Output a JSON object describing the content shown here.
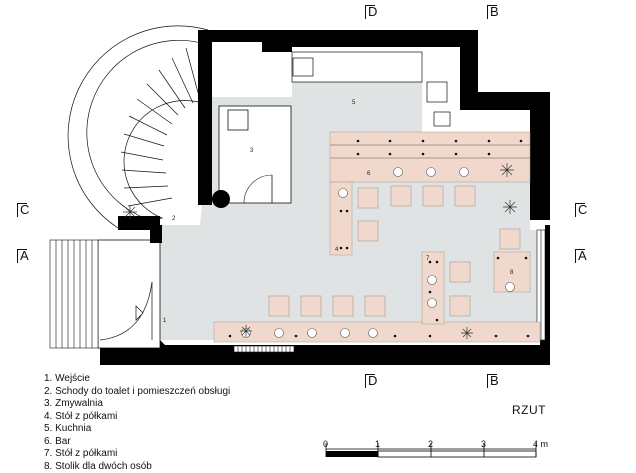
{
  "section_marks": {
    "top_d": "D",
    "top_b": "B",
    "left_c": "C",
    "left_a": "A",
    "right_c": "C",
    "right_a": "A",
    "bottom_d": "D",
    "bottom_b": "B"
  },
  "room_numbers": {
    "entrance": "1",
    "stairs": "2",
    "washroom": "3",
    "table_shelves_a": "4",
    "kitchen": "5",
    "bar": "6",
    "table_shelves_b": "7",
    "table_for_two": "8"
  },
  "legend": [
    "1. Wejście",
    "2. Schody do toalet i pomieszczeń obsługi",
    "3. Zmywalnia",
    "4. Stół z półkami",
    "5. Kuchnia",
    "6. Bar",
    "7. Stół z półkami",
    "8. Stolik dla dwóch osób"
  ],
  "view_title": "RZUT",
  "scale_bar": {
    "labels": [
      "0",
      "1",
      "2",
      "3",
      "4 m"
    ]
  },
  "colors": {
    "wall": "#000000",
    "floor": "#dfe3e3",
    "furniture": "#f0d9cc",
    "line": "#111111"
  }
}
